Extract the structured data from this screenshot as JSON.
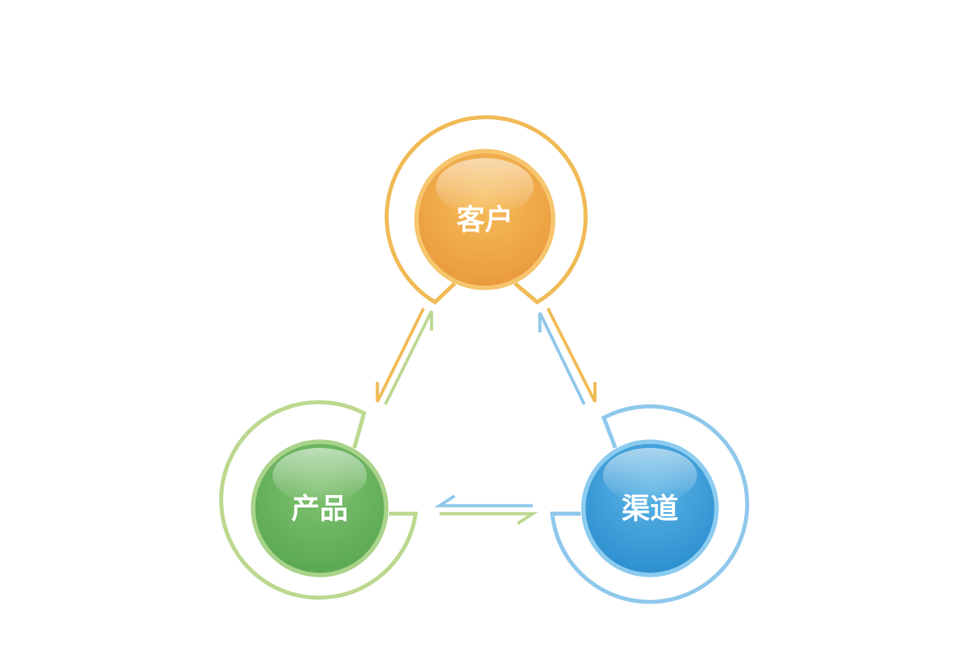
{
  "nodes": {
    "customer": {
      "label": "客户",
      "color": "#eea43c",
      "ring_color": "#f0ba55"
    },
    "product": {
      "label": "产品",
      "color": "#66b35c",
      "ring_color": "#bcd88f"
    },
    "channel": {
      "label": "渠道",
      "color": "#3b9fd9",
      "ring_color": "#8fc8ec"
    }
  }
}
